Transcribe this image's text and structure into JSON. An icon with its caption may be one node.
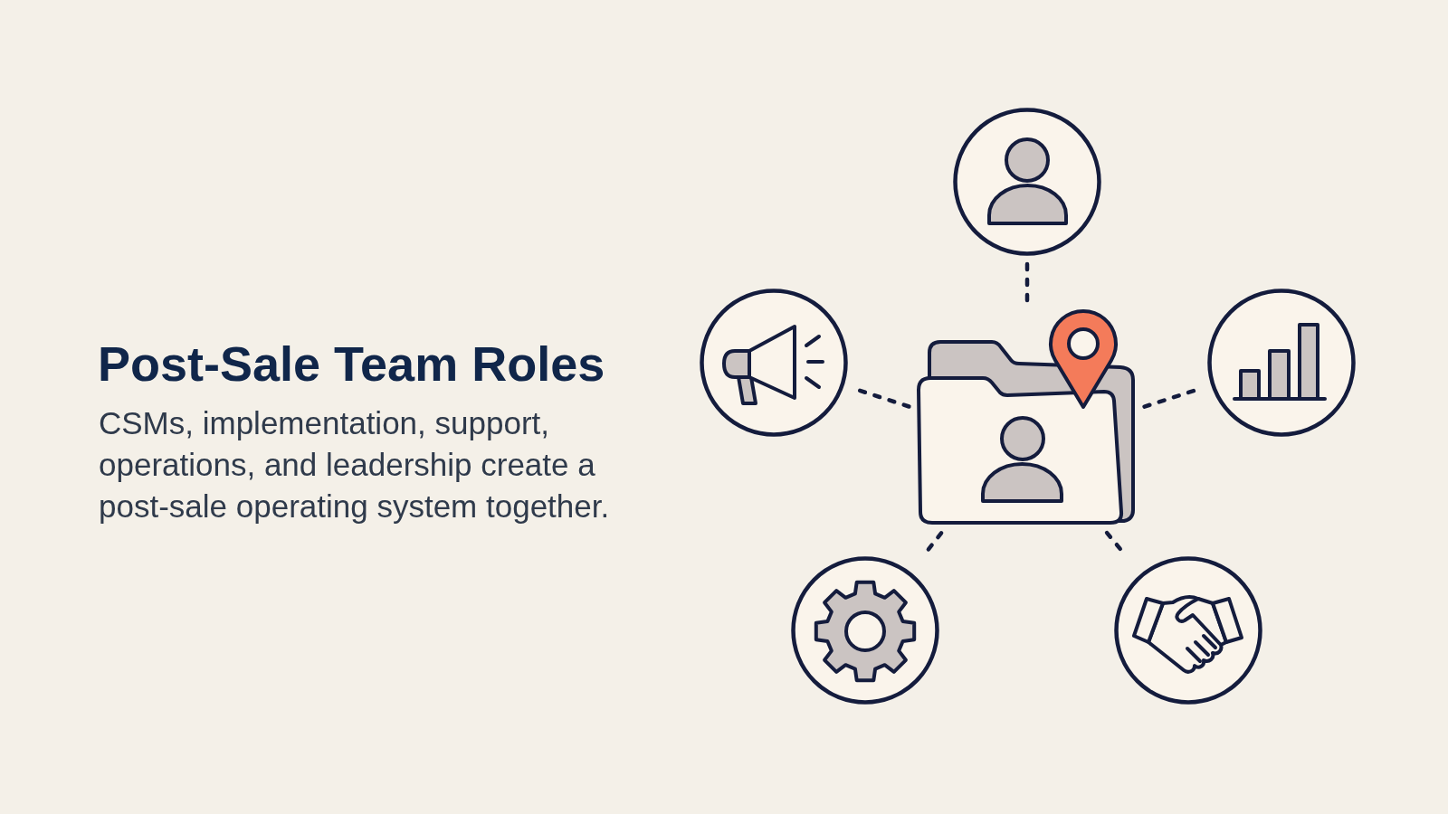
{
  "diagram": {
    "title": "Post-Sale Team Roles",
    "nodes": [
      {
        "text": [],
        "shape": "picture"
      },
      {
        "text": [],
        "shape": "picture"
      },
      {
        "text": [],
        "shape": "picture"
      },
      {
        "text": [],
        "shape": "picture"
      },
      {
        "text": [],
        "shape": "picture"
      },
      {
        "text": [],
        "shape": "picture"
      }
    ],
    "edges": [
      {
        "from": 2,
        "to": 0,
        "arrow": "none",
        "style": "dashed"
      },
      {
        "from": 2,
        "to": 1,
        "arrow": "none",
        "style": "dashed"
      },
      {
        "from": 2,
        "to": 3,
        "arrow": "none",
        "style": "dashed"
      },
      {
        "from": 2,
        "to": 4,
        "arrow": "none",
        "style": "dashed"
      },
      {
        "from": 2,
        "to": 5,
        "arrow": "none",
        "style": "dashed"
      }
    ],
    "labels": [
      "CSMs, implementation, support, operations, and leadership create a post-sale operating system together."
    ]
  }
}
